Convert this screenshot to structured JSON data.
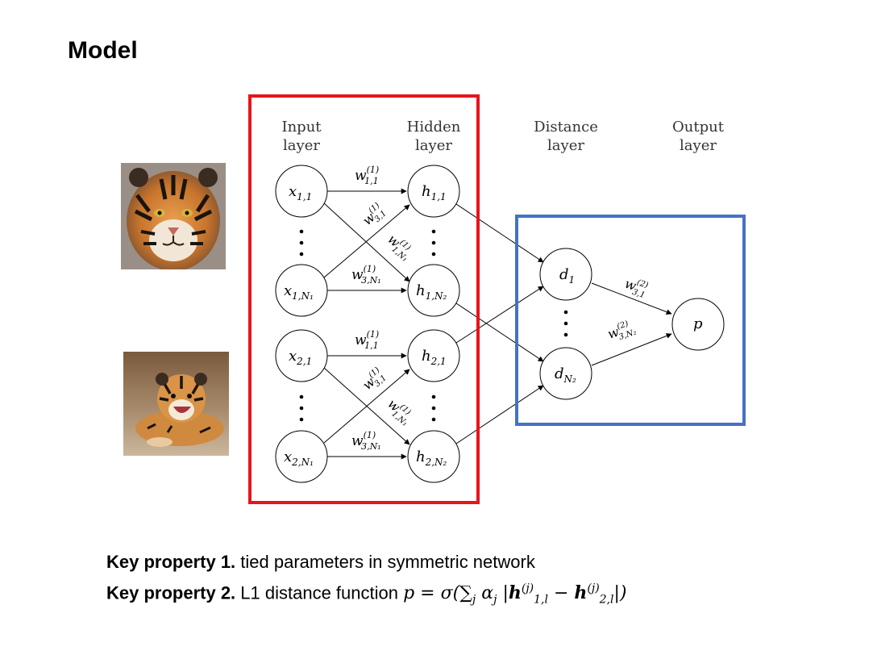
{
  "slide": {
    "title": "Model"
  },
  "images": [
    {
      "name": "adult-tiger-photo"
    },
    {
      "name": "tiger-cub-photo"
    }
  ],
  "diagram": {
    "layer_headers": {
      "input": [
        "Input",
        "layer"
      ],
      "hidden": [
        "Hidden",
        "layer"
      ],
      "distance": [
        "Distance",
        "layer"
      ],
      "output": [
        "Output",
        "layer"
      ]
    },
    "nodes": {
      "x11": {
        "base": "x",
        "sub": "1,1"
      },
      "x1N": {
        "base": "x",
        "sub": "1,N₁"
      },
      "x21": {
        "base": "x",
        "sub": "2,1"
      },
      "x2N": {
        "base": "x",
        "sub": "2,N₁"
      },
      "h11": {
        "base": "h",
        "sub": "1,1"
      },
      "h1N": {
        "base": "h",
        "sub": "1,N₂"
      },
      "h21": {
        "base": "h",
        "sub": "2,1"
      },
      "h2N": {
        "base": "h",
        "sub": "2,N₂"
      },
      "d1": {
        "base": "d",
        "sub": "1"
      },
      "dN": {
        "base": "d",
        "sub": "N₂"
      },
      "p": {
        "base": "p",
        "sub": ""
      }
    },
    "weights": {
      "w11": {
        "base": "w",
        "sup": "(1)",
        "sub": "1,1"
      },
      "w31": {
        "base": "w",
        "sup": "(1)",
        "sub": "3,1"
      },
      "w1N": {
        "base": "w",
        "sup": "(1)",
        "sub": "1,N₁"
      },
      "w3N": {
        "base": "w",
        "sup": "(1)",
        "sub": "3,N₁"
      },
      "w2_31": {
        "base": "w",
        "sup": "(2)",
        "sub": "3,1"
      },
      "w2_3N": {
        "base": "w",
        "sup": "(2)",
        "sub": "3,N₂"
      }
    },
    "highlight_colors": {
      "red_box": "#e8141b",
      "blue_box": "#4472c4"
    }
  },
  "properties": {
    "p1_label": "Key property 1.",
    "p1_text": " tied parameters in symmetric network",
    "p2_label": "Key property 2.",
    "p2_text": " L1 distance function "
  }
}
